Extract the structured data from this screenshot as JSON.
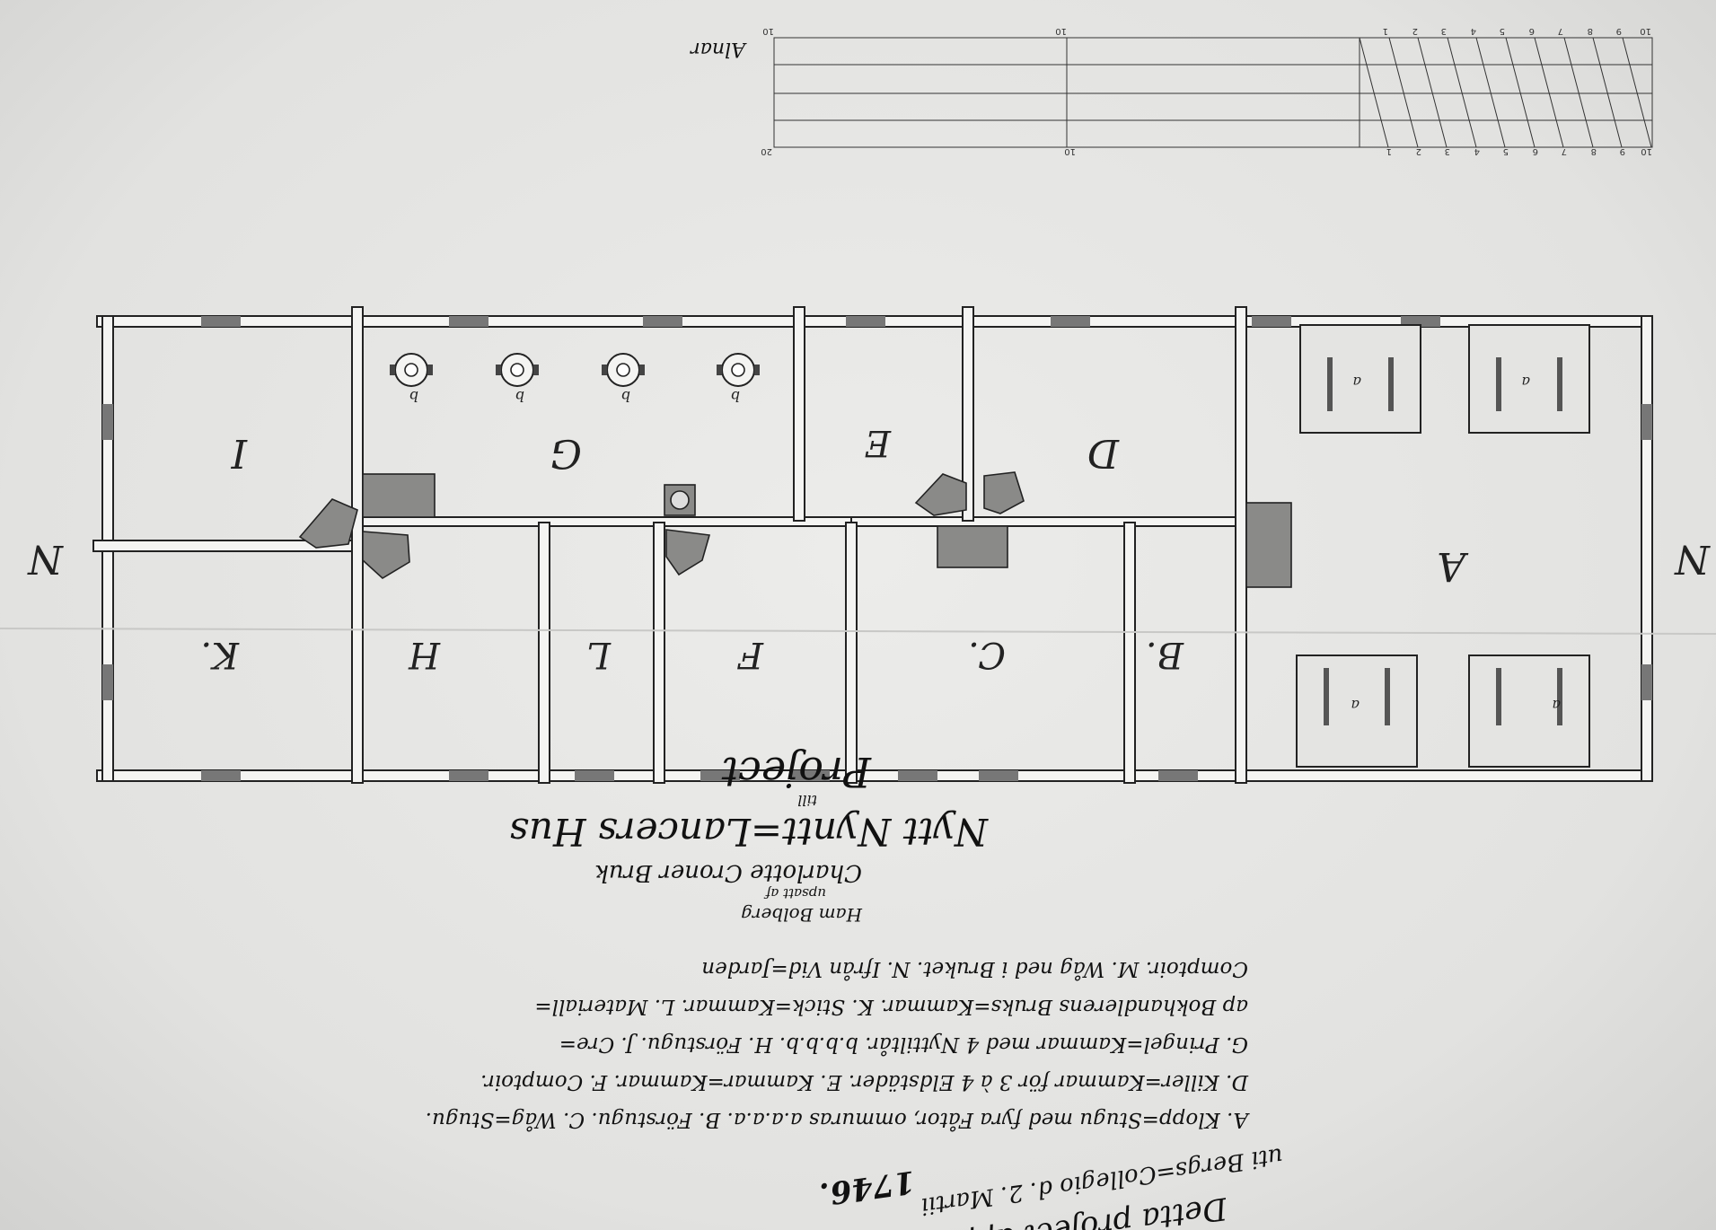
{
  "plan": {
    "rooms_top": [
      {
        "id": "room-I",
        "letter": "I"
      },
      {
        "id": "room-G",
        "letter": "G"
      },
      {
        "id": "room-E",
        "letter": "E"
      },
      {
        "id": "room-D",
        "letter": "D"
      },
      {
        "id": "room-A",
        "letter": "A"
      }
    ],
    "rooms_bottom": [
      {
        "id": "room-K",
        "letter": "K."
      },
      {
        "id": "room-H",
        "letter": "H"
      },
      {
        "id": "room-L",
        "letter": "L"
      },
      {
        "id": "room-F",
        "letter": "F"
      },
      {
        "id": "room-C",
        "letter": "C."
      },
      {
        "id": "room-B",
        "letter": "B."
      }
    ],
    "compass": {
      "left": "N",
      "right": "N"
    },
    "furnace_label": "b",
    "stall_label": "a"
  },
  "scale_bar": {
    "top_ticks": [
      "10",
      "10",
      "1",
      "2",
      "3",
      "4",
      "5",
      "6",
      "7",
      "8",
      "9",
      "10"
    ],
    "bottom_ticks": [
      "20",
      "10",
      "1",
      "2",
      "3",
      "4",
      "5",
      "6",
      "7",
      "8",
      "9",
      "10"
    ],
    "unit_label": "Alnar"
  },
  "legend": {
    "line1": "A. Klopp=Stugu med fyra Fåtor, ommuras a.a.a.a.  B. Förstugu.  C. Wåg=Stugu.",
    "line2": "D. Killer=Kammar för 3 à 4 Eldstäder.  E. Kammar=Kammar.  F. Comptoir.",
    "line3": "G. Pringel=Kammar med 4 Nyttiltår. b.b.b.b.  H. Förstugu.  J. Cre=",
    "line4": "ap Bokhandlerens Bruks=Kammar.  K. Stick=Kammar.  L. Materiall=",
    "line5": "Comptoir.  M. Wåg ned i Bruket.  N. Ifrån Vid=Jarden"
  },
  "title": {
    "project": "Project",
    "till": "till",
    "main": "Nytt Nyntt=Lancers Hus",
    "sub1": "Charlotte Croner Bruk",
    "upsatt": "upsatt af",
    "author": "Ham Bolberg"
  },
  "approval": {
    "text": "Detta project approberades",
    "text2": "uti Bergs=Collegio d. 2. Martii",
    "year": "1746."
  }
}
